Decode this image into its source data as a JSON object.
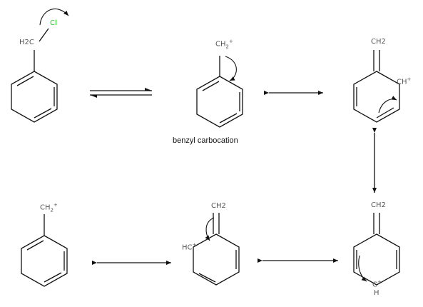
{
  "labels": {
    "h2c": "H2C",
    "cl": "Cl",
    "ch2": "CH2",
    "ch_plus": "CH",
    "hc_plus": "HC",
    "c_plus": "C",
    "h": "H",
    "plus": "+",
    "sub2": "2"
  },
  "caption": "benzyl carbocation"
}
